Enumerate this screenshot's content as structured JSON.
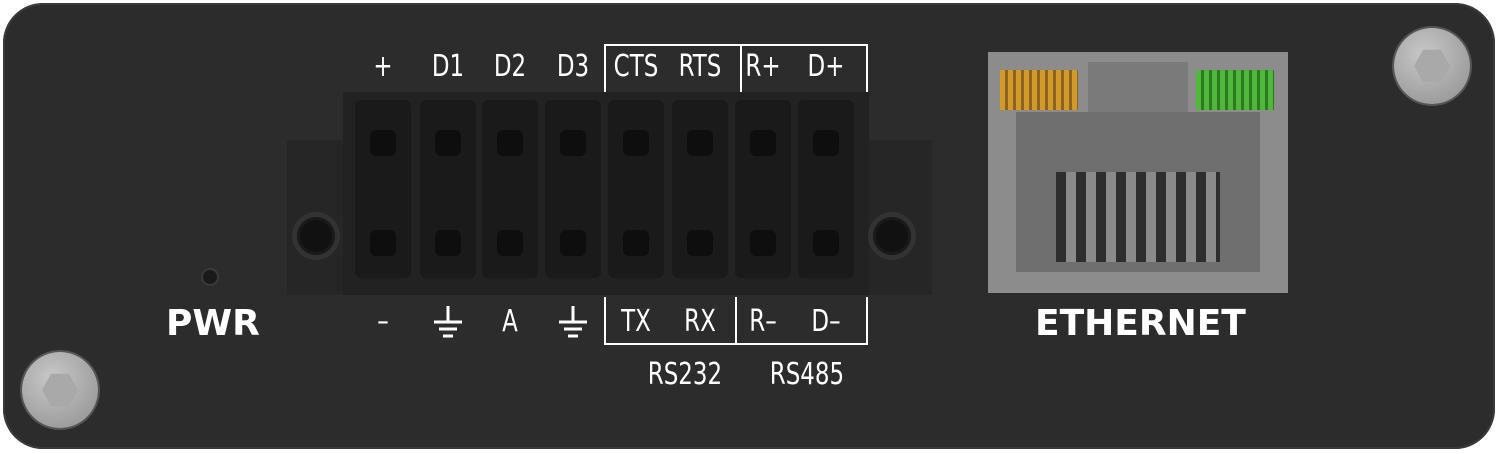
{
  "power": {
    "label": "PWR"
  },
  "connector": {
    "top_labels": [
      "+",
      "D1",
      "D2",
      "D3",
      "CTS",
      "RTS",
      "R+",
      "D+"
    ],
    "bottom_labels": [
      "–",
      "ground",
      "A",
      "ground",
      "TX",
      "RX",
      "R–",
      "D–"
    ],
    "groups": [
      "RS232",
      "RS485"
    ]
  },
  "ethernet": {
    "label": "ETHERNET",
    "led_colors": [
      "#d29a2a",
      "#4fb83a"
    ]
  },
  "icons": [
    "ground-icon",
    "screw-icon"
  ]
}
